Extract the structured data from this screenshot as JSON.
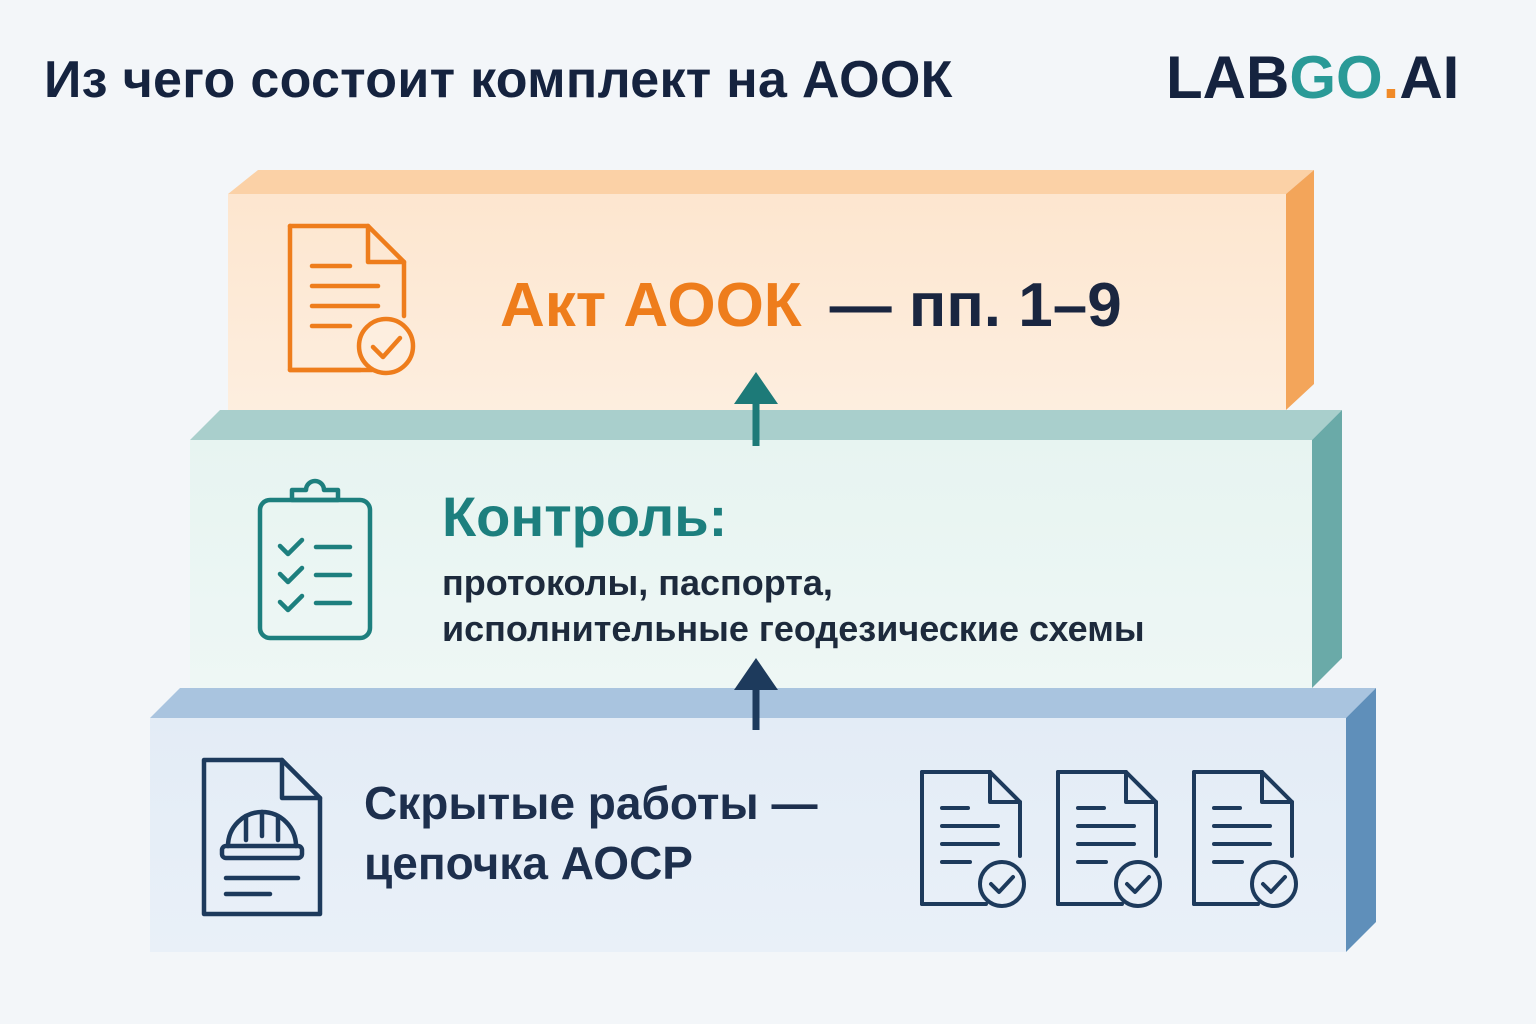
{
  "header": {
    "title": "Из чего состоит комплект на АООК",
    "logo": {
      "part1": "LAB",
      "part2": "GO",
      "dot": ".",
      "part3": "AI"
    }
  },
  "levels": {
    "top": {
      "accent": "Акт АООК",
      "rest": "— пп. 1–9",
      "icon": "document-check-icon"
    },
    "middle": {
      "title": "Контроль:",
      "lines": [
        "протоколы, паспорта,",
        "исполнительные геодезические схемы"
      ],
      "icon": "clipboard-checklist-icon"
    },
    "bottom": {
      "lines": [
        "Скрытые работы —",
        "цепочка АОСР"
      ],
      "icon": "document-hardhat-icon",
      "extra_icons": [
        "document-check-icon",
        "document-check-icon",
        "document-check-icon"
      ]
    }
  },
  "colors": {
    "orange": "#ee7d1c",
    "teal": "#1d7f7e",
    "navy": "#1d3a5c"
  }
}
